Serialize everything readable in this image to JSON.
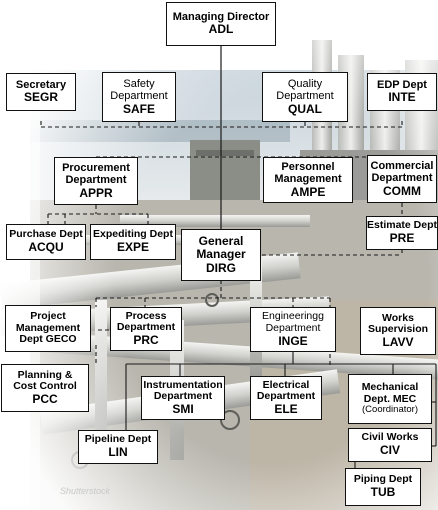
{
  "watermark": "Shutterstock",
  "colors": {
    "box_border": "#111111",
    "box_fill": "#ffffff",
    "line": "#1a1a1a"
  },
  "boxes": {
    "md": {
      "line1": "Managing Director",
      "code": "ADL"
    },
    "segr": {
      "line1": "Secretary",
      "code": "SEGR"
    },
    "safe": {
      "line1": "Safety",
      "line2": "Department",
      "code": "SAFE"
    },
    "qual": {
      "line1": "Quality",
      "line2": "Department",
      "code": "QUAL"
    },
    "inte": {
      "line1": "EDP Dept",
      "code": "INTE"
    },
    "appr": {
      "line1": "Procurement",
      "line2": "Department",
      "code": "APPR"
    },
    "ampe": {
      "line1": "Personnel",
      "line2": "Management",
      "code": "AMPE"
    },
    "comm": {
      "line1": "Commercial",
      "line2": "Department",
      "code": "COMM"
    },
    "acqu": {
      "line1": "Purchase Dept",
      "code": "ACQU"
    },
    "expe": {
      "line1": "Expediting Dept",
      "code": "EXPE"
    },
    "dirg": {
      "line1": "General",
      "line2": "Manager",
      "code": "DIRG"
    },
    "pre": {
      "line1": "Estimate Dept",
      "code": "PRE"
    },
    "geco": {
      "line1": "Project",
      "line2": "Management",
      "code": "Dept GECO"
    },
    "prc": {
      "line1": "Process",
      "line2": "Department",
      "code": "PRC"
    },
    "inge": {
      "line1": "Engineeringg",
      "line2": "Department",
      "code": "INGE"
    },
    "lavv": {
      "line1": "Works",
      "line2": "Supervision",
      "code": "LAVV"
    },
    "pcc": {
      "line1": "Planning &",
      "line2": "Cost Control",
      "code": "PCC"
    },
    "smi": {
      "line1": "Instrumentation",
      "line2": "Department",
      "code": "SMI"
    },
    "ele": {
      "line1": "Electrical",
      "line2": "Department",
      "code": "ELE"
    },
    "mec": {
      "line1": "Mechanical",
      "line2": "Dept. MEC",
      "note": "(Coordinator)"
    },
    "civ": {
      "line1": "Civil Works",
      "code": "CIV"
    },
    "lin": {
      "line1": "Pipeline Dept",
      "code": "LIN"
    },
    "tub": {
      "line1": "Piping Dept",
      "code": "TUB"
    }
  }
}
